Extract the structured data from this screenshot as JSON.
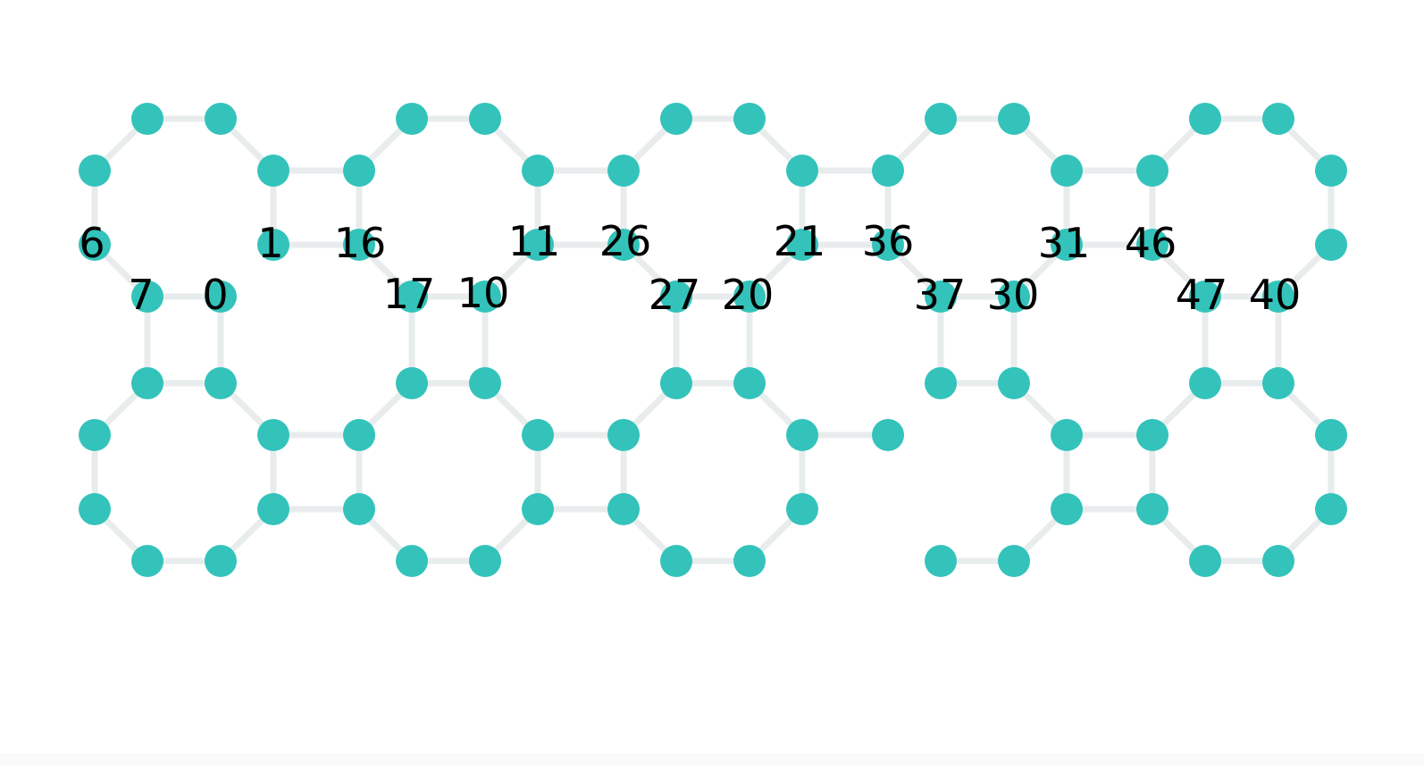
{
  "graph": {
    "node_color": "#33c3bb",
    "edge_color": "#e8ecec",
    "label_color": "#000000",
    "labels": [
      "6",
      "1",
      "16",
      "11",
      "26",
      "21",
      "36",
      "31",
      "46",
      "7",
      "0",
      "17",
      "10",
      "27",
      "20",
      "37",
      "30",
      "47",
      "40"
    ]
  }
}
